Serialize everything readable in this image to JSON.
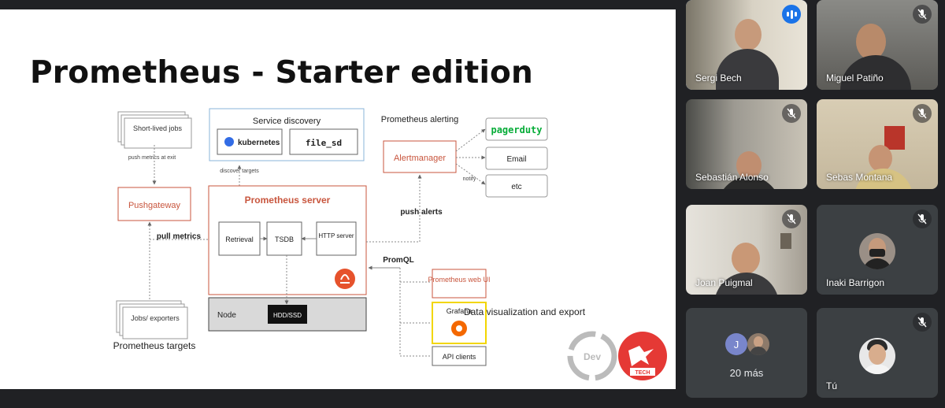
{
  "slide": {
    "title": "Prometheus - Starter edition",
    "diagram": {
      "short_lived_jobs": "Short-lived jobs",
      "push_metrics_at_exit": "push metrics at exit",
      "pushgateway": "Pushgateway",
      "pull_metrics": "pull metrics",
      "jobs_exporters": "Jobs/ exporters",
      "prometheus_targets": "Prometheus targets",
      "service_discovery": "Service discovery",
      "kubernetes": "kubernetes",
      "file_sd": "file_sd",
      "discover_targets": "discover targets",
      "prometheus_server": "Prometheus server",
      "retrieval": "Retrieval",
      "tsdb": "TSDB",
      "http_server": "HTTP server",
      "node": "Node",
      "hdd_ssd": "HDD/SSD",
      "prometheus_alerting": "Prometheus alerting",
      "alertmanager": "Alertmanager",
      "pagerduty": "pagerduty",
      "email": "Email",
      "etc": "etc",
      "notify": "notify",
      "push_alerts": "push alerts",
      "promql": "PromQL",
      "prometheus_web_ui": "Prometheus web UI",
      "grafana": "Grafana",
      "api_clients": "API clients",
      "data_visualization": "Data visualization and export",
      "logo_dev": "Dev",
      "logo_tech": "TECH"
    }
  },
  "participants": [
    {
      "name": "Sergi Bech",
      "speaking": true
    },
    {
      "name": "Miguel Patiño",
      "muted": true
    },
    {
      "name": "Sebastián Alonso",
      "muted": true
    },
    {
      "name": "Sebas Montana",
      "muted": true
    },
    {
      "name": "Joan Puigmal",
      "muted": true
    },
    {
      "name": "Inaki Barrigon",
      "muted": true
    },
    {
      "more_initial": "J",
      "more_label": "20 más"
    },
    {
      "name": "Tú",
      "muted": true
    }
  ],
  "colors": {
    "accent": "#1a73e8",
    "prometheus_red": "#c8553d",
    "pagerduty_green": "#06ac38",
    "grafana_yellow": "#f2d600"
  }
}
